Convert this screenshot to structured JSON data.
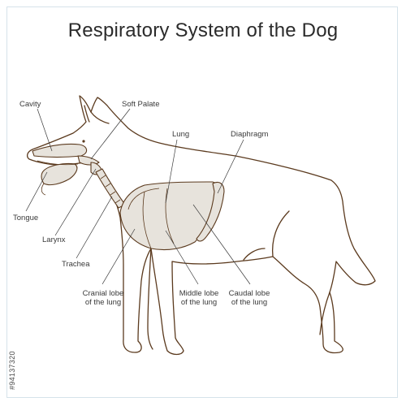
{
  "title": "Respiratory System of the Dog",
  "labels": {
    "cavity": "Cavity",
    "soft_palate": "Soft Palate",
    "lung": "Lung",
    "diaphragm": "Diaphragm",
    "tongue": "Tongue",
    "larynx": "Larynx",
    "trachea": "Trachea",
    "cranial_lobe_1": "Cranial lobe",
    "cranial_lobe_2": "of the lung",
    "middle_lobe_1": "Middle lobe",
    "middle_lobe_2": "of the lung",
    "caudal_lobe_1": "Caudal lobe",
    "caudal_lobe_2": "of the lung"
  },
  "stock_id": "#94137320",
  "colors": {
    "outline": "#5b3a1e",
    "organ_fill": "#e7e3dc",
    "text": "#3a3a3a",
    "border": "#d6e3ea"
  }
}
